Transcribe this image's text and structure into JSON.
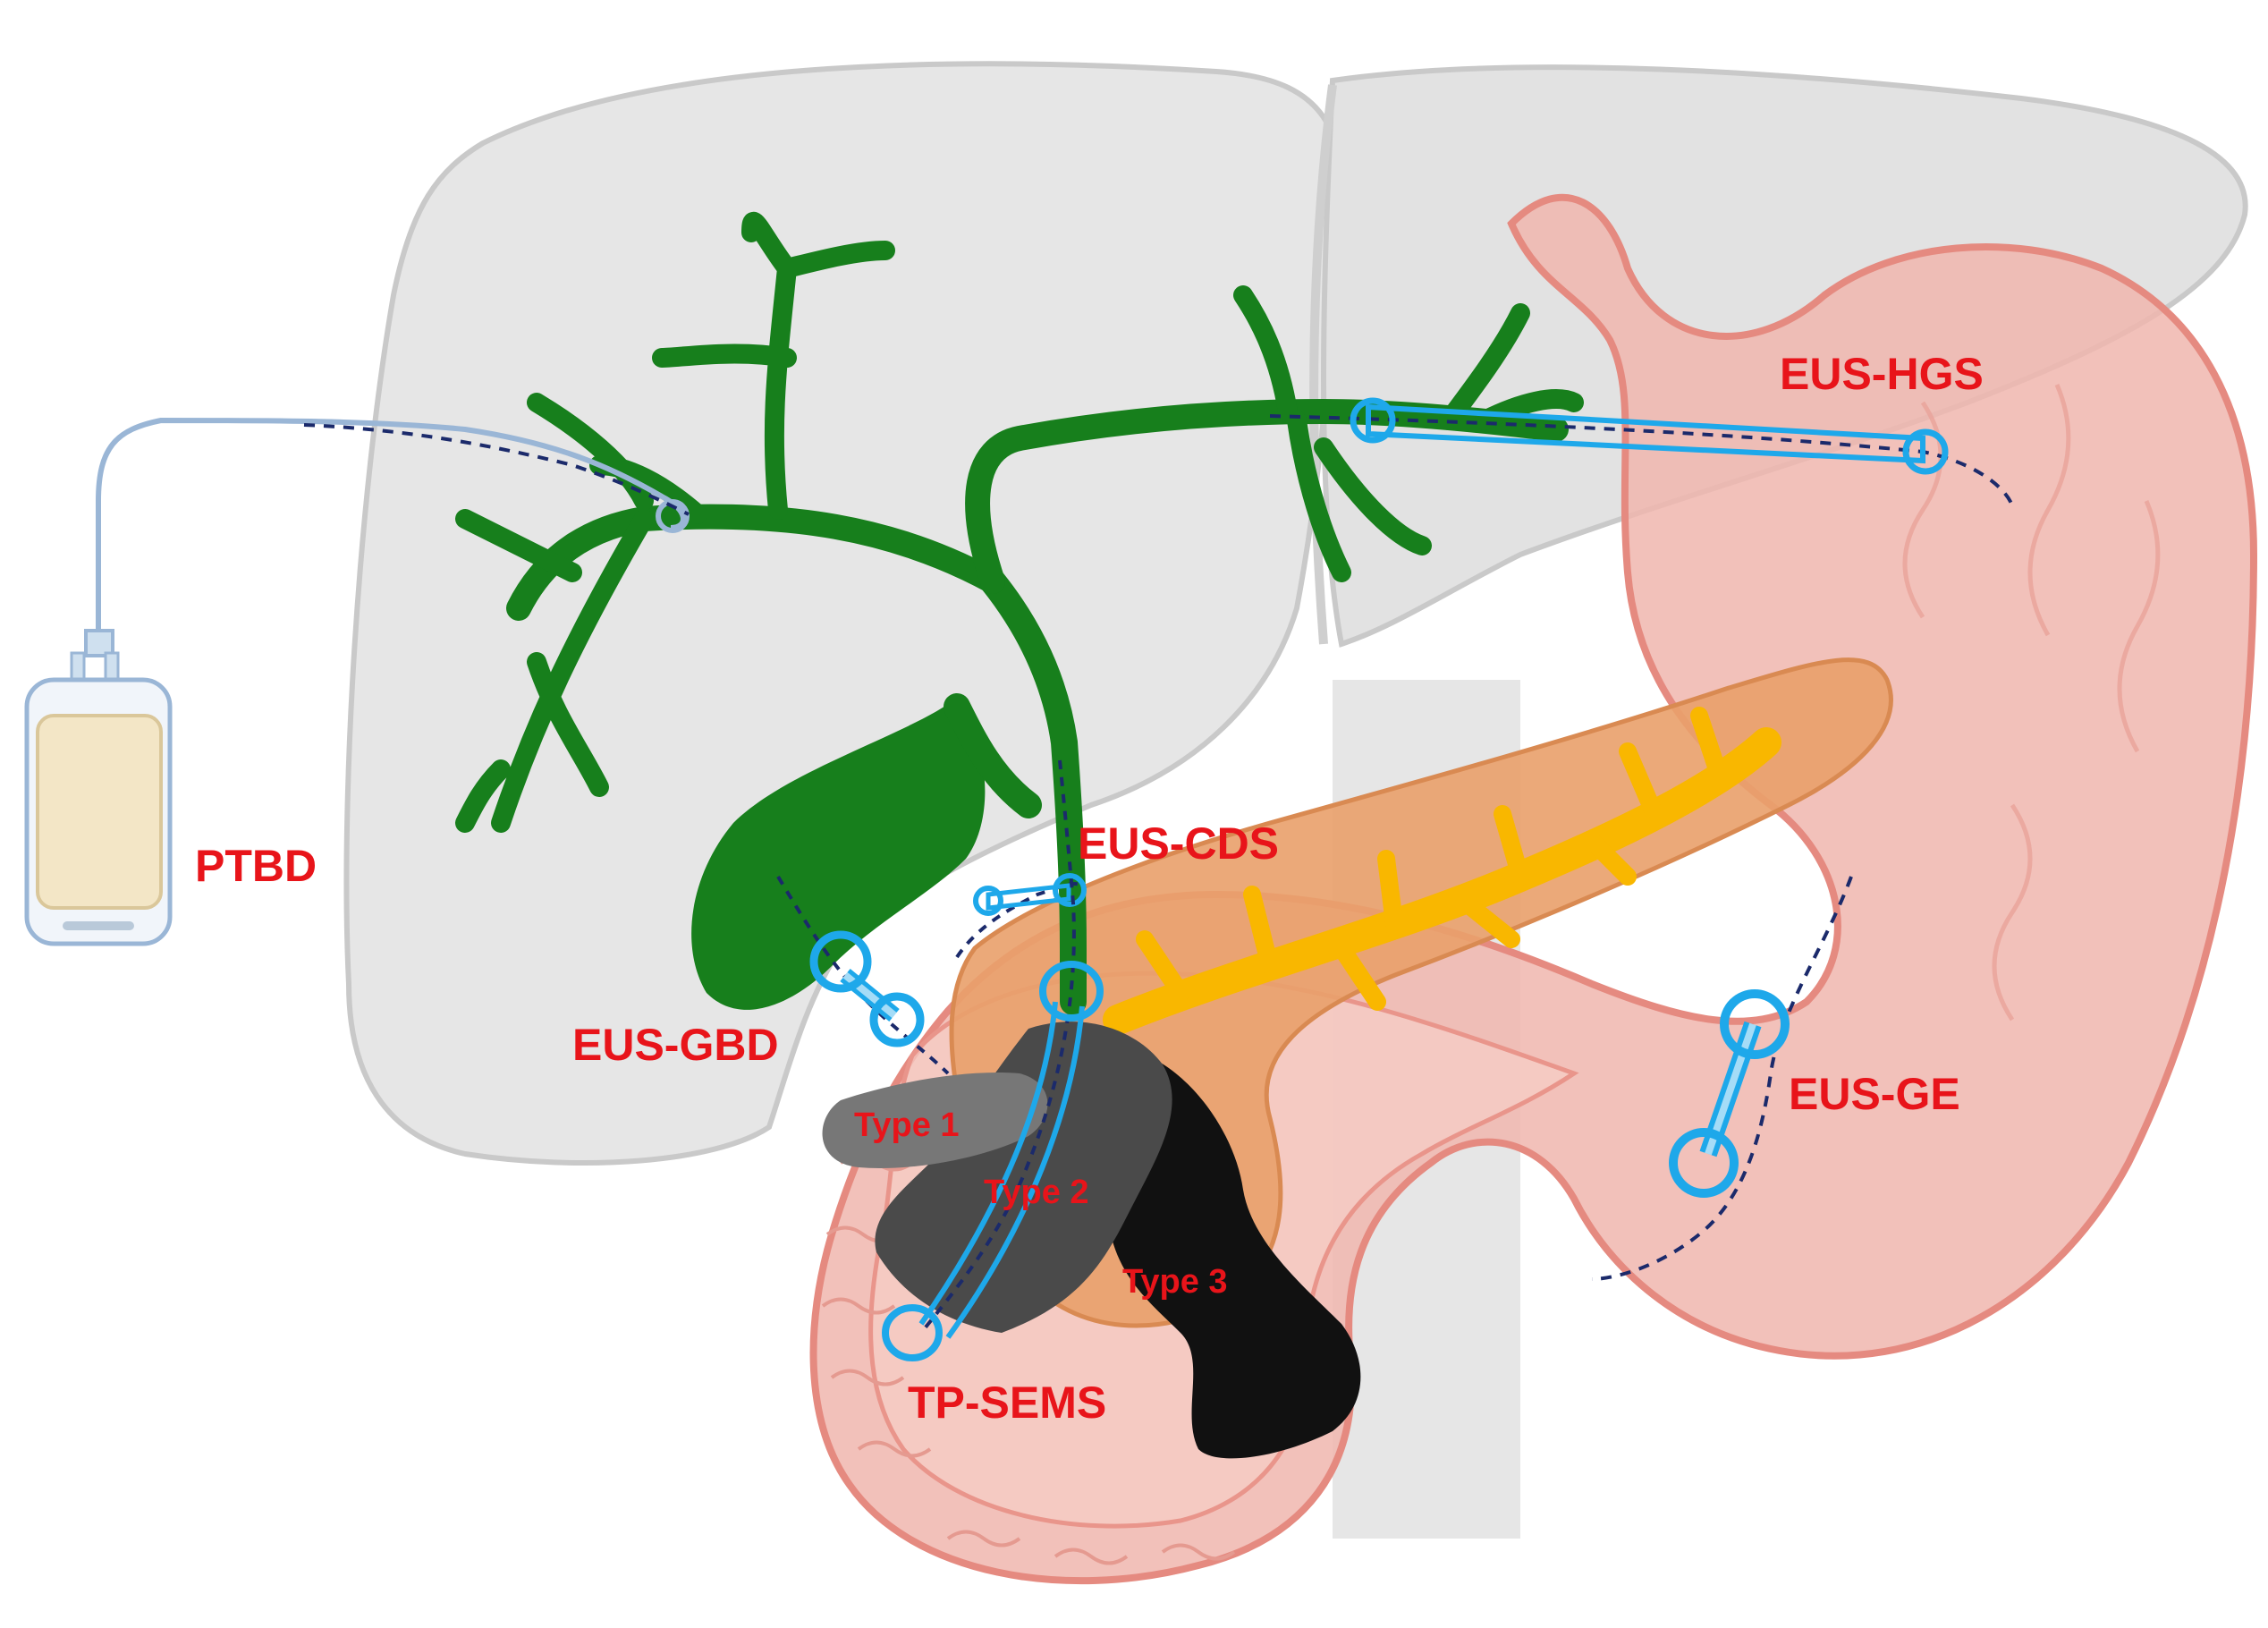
{
  "colors": {
    "label_red": "#e8141a",
    "stent_blue": "#1ea8ea",
    "bile_green": "#177f1c",
    "pancreatic_duct": "#f9b700",
    "pancreas": "#e9a06a",
    "stomach_fill": "#f0b6ae",
    "stomach_edge": "#e58a80",
    "liver_fill": "#e6e6e6",
    "liver_edge": "#c9c9c9",
    "guidewire": "#1b2a6b",
    "tumor_type1": "#777777",
    "tumor_type2": "#4a4a4a",
    "tumor_type3": "#111111"
  },
  "labels": {
    "ptbd": "PTBD",
    "eus_hgs": "EUS-HGS",
    "eus_cds": "EUS-CDS",
    "eus_gbd": "EUS-GBD",
    "eus_ge": "EUS-GE",
    "tp_sems": "TP-SEMS",
    "type1": "Type 1",
    "type2": "Type 2",
    "type3": "Type 3"
  }
}
